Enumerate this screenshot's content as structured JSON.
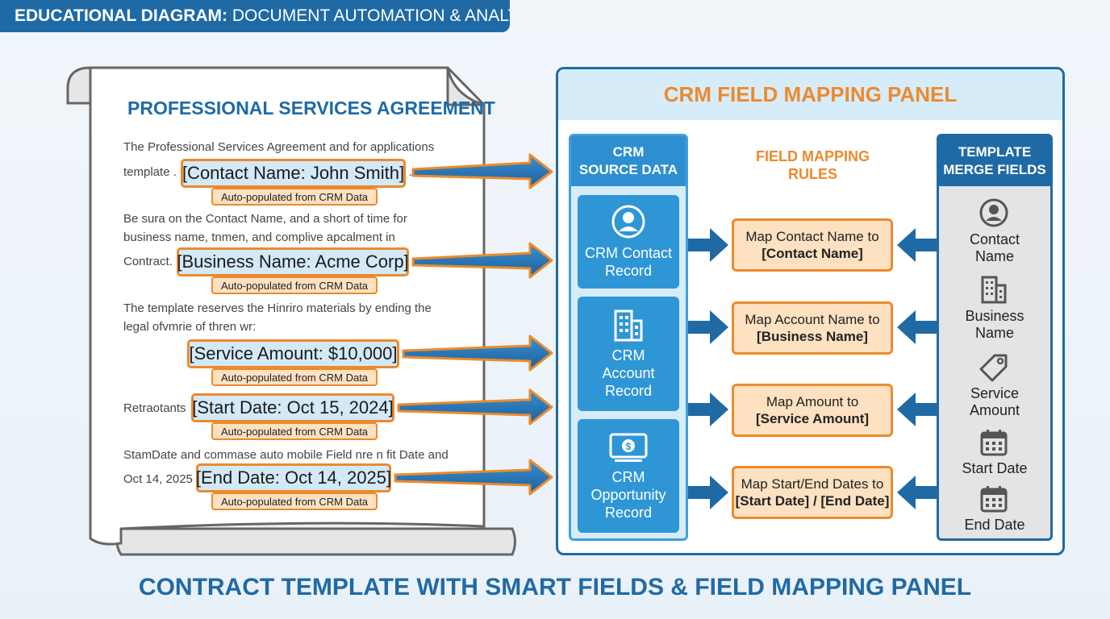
{
  "banner": {
    "bold": "EDUCATIONAL DIAGRAM:",
    "rest": " DOCUMENT AUTOMATION & ANALYTICS"
  },
  "document": {
    "title": "PROFESSIONAL SERVICES AGREEMENT",
    "para1_line1": "The Professional Services Agreement and for applications",
    "para1_prefix": "template .",
    "para1_suffix": ".",
    "para2_line1": "Be sura on the Contact Name, and a short of time for",
    "para2_line2": "business name, tnmen, and complive apcalment in",
    "para2_prefix": "Contract.",
    "para3_line1": "The template reserves the Hinriro materials by ending the",
    "para3_line2": "legal ofvmrie of thren wr:",
    "para4_prefix": "Retraotants",
    "para5_line1": "StamDate and commase auto mobile Field nre  n fit Date and",
    "para5_prefix": "Oct 14, 2025",
    "fields": [
      {
        "text": "[Contact Name: John Smith]"
      },
      {
        "text": "[Business Name: Acme Corp]"
      },
      {
        "text": "[Service Amount: $10,000]"
      },
      {
        "text": "[Start Date: Oct 15, 2024]"
      },
      {
        "text": "[End Date: Oct 14, 2025]"
      }
    ],
    "auto_label": "Auto-populated from CRM Data"
  },
  "panel": {
    "title": "CRM FIELD MAPPING PANEL",
    "source_header": "CRM\nSOURCE DATA",
    "source_cards": [
      {
        "icon": "user-circle-icon",
        "label": "CRM Contact\nRecord"
      },
      {
        "icon": "building-icon",
        "label": "CRM\nAccount\nRecord"
      },
      {
        "icon": "money-icon",
        "label": "CRM\nOpportunity\nRecord"
      }
    ],
    "rules_header": "FIELD MAPPING\nRULES",
    "rules": [
      {
        "line1": "Map Contact Name to",
        "line2": "[Contact Name]"
      },
      {
        "line1": "Map Account Name to",
        "line2": "[Business Name]"
      },
      {
        "line1": "Map Amount to",
        "line2": "[Service Amount]"
      },
      {
        "line1": "Map Start/End Dates to",
        "line2": "[Start Date] / [End Date]"
      }
    ],
    "template_header": "TEMPLATE\nMERGE FIELDS",
    "template_fields": [
      {
        "icon": "user-circle-icon",
        "label": "Contact\nName"
      },
      {
        "icon": "building-icon",
        "label": "Business\nName"
      },
      {
        "icon": "tag-icon",
        "label": "Service\nAmount"
      },
      {
        "icon": "calendar-icon",
        "label": "Start Date"
      },
      {
        "icon": "calendar-icon",
        "label": "End Date"
      }
    ]
  },
  "footer": "CONTRACT TEMPLATE WITH SMART FIELDS & FIELD MAPPING PANEL",
  "colors": {
    "blue": "#1f6aa5",
    "orange": "#ec8a2d",
    "light_blue": "#d7ecf9",
    "cream": "#fde1c1"
  }
}
